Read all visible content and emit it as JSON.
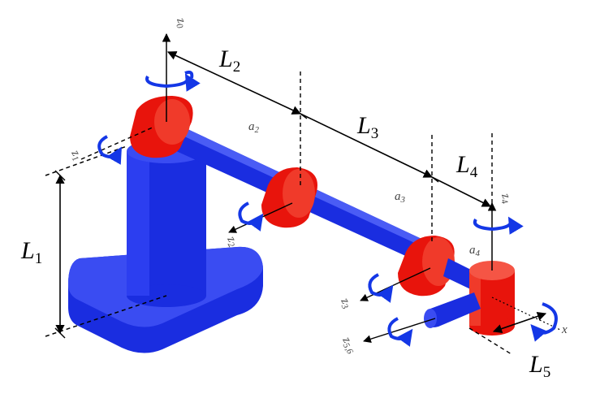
{
  "colors": {
    "link_blue": "#1a2de0",
    "joint_red": "#e8140c",
    "arrow_blue": "#1437e6",
    "line": "#000000"
  },
  "labels": {
    "L1": {
      "main": "L",
      "sub": "1"
    },
    "L2": {
      "main": "L",
      "sub": "2"
    },
    "L3": {
      "main": "L",
      "sub": "3"
    },
    "L4": {
      "main": "L",
      "sub": "4"
    },
    "L5": {
      "main": "L",
      "sub": "5"
    },
    "z0": {
      "main": "z",
      "sub": "0"
    },
    "z1": {
      "main": "z",
      "sub": "1"
    },
    "z2": {
      "main": "z",
      "sub": "2"
    },
    "z3": {
      "main": "z",
      "sub": "3"
    },
    "z4": {
      "main": "z",
      "sub": "4"
    },
    "z56": {
      "main": "z",
      "sub": "5,6"
    },
    "a2": {
      "main": "a",
      "sub": "2"
    },
    "a3": {
      "main": "a",
      "sub": "3"
    },
    "a4": {
      "main": "a",
      "sub": "4"
    },
    "x": "x"
  },
  "icons": [
    "rotation-arrow-icon"
  ]
}
